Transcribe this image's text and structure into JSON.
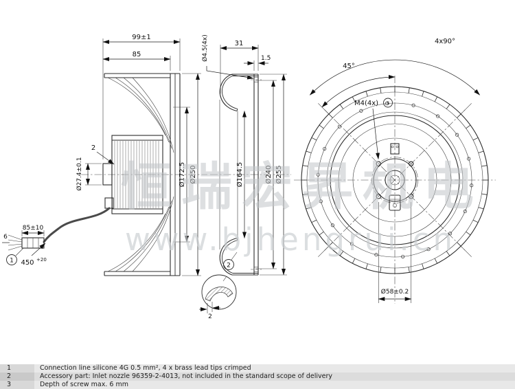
{
  "drawing": {
    "side_view": {
      "dim_total_depth": "99±1",
      "dim_body_depth": "85",
      "dim_shaft": "Ø27.4±0.1",
      "dim_motor_dia": "Ø172.5",
      "dim_impeller_dia": "Ø250",
      "dim_lead_strip": "85±10",
      "dim_cable_length": "450",
      "dim_cable_tol": "+20",
      "dim_tip_length": "6",
      "ref_note_1": "1",
      "ref_label_2": "2"
    },
    "section_view": {
      "dim_holes": "Ø4.5(4x)",
      "dim_depth": "31",
      "dim_flange_thickness": "1.5",
      "dim_inlet_dia": "Ø164.5",
      "dim_ring_dia": "Ø240",
      "dim_flange_dia": "Ø255",
      "ref_note_2": "2",
      "detail_dim": "2"
    },
    "front_view": {
      "dim_pattern": "4x90°",
      "dim_angle": "45°",
      "screw_label": "M4(4x)",
      "screw_note": "3",
      "dim_bolt_circle": "Ø58±0.2"
    }
  },
  "watermark": {
    "text_cn": "恒瑞宏昇机电",
    "text_url": "www.bjhengrui.cn"
  },
  "notes_table": {
    "rows": [
      {
        "num": "1",
        "text": "Connection line silicone 4G 0.5 mm², 4 x brass lead tips crimped"
      },
      {
        "num": "2",
        "text": "Accessory part: Inlet nozzle 96359-2-4013, not included in the standard scope of delivery"
      },
      {
        "num": "3",
        "text": "Depth of screw max. 6 mm"
      }
    ]
  }
}
